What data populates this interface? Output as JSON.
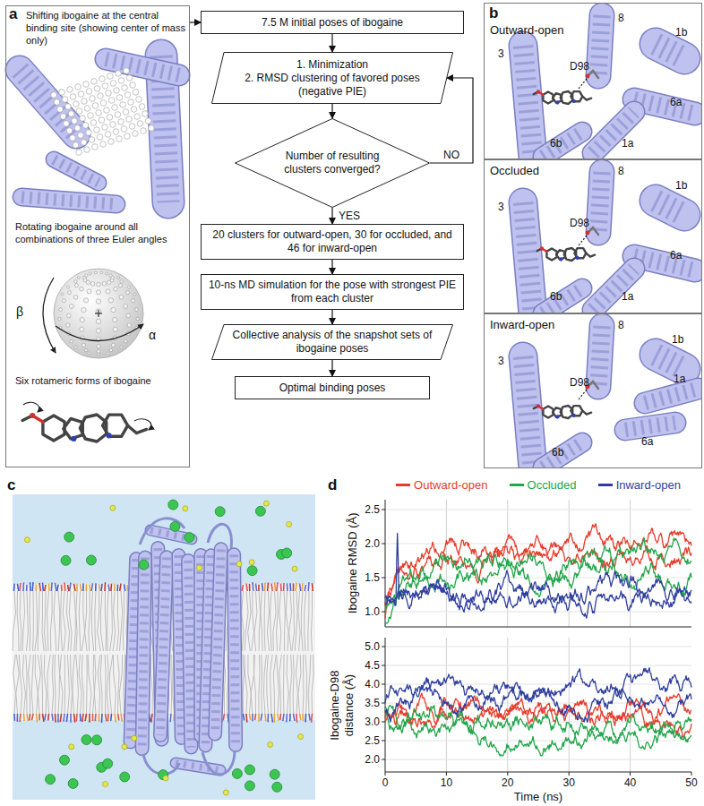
{
  "diagram": {
    "nodes": [
      {
        "text": [
          "Shifting ibogaine at the central binding site (showing center of mass only)",
          "Rotating ibogaine around all combinations of three Euler angles",
          "Six rotameric forms of ibogaine"
        ]
      },
      {
        "text": [
          "7.5 M initial poses of ibogaine"
        ]
      },
      {
        "text": [
          "1. Minimization",
          "2. RMSD clustering of favored poses (negative PIE)"
        ]
      },
      {
        "text": [
          "Number of resulting clusters converged?"
        ]
      },
      {
        "text": [
          "20 clusters for outward-open, 30 for occluded, and 46 for inward-open"
        ]
      },
      {
        "text": [
          "10-ns MD simulation for the pose with strongest PIE from each cluster"
        ]
      },
      {
        "text": [
          "Collective analysis of the snapshot sets of ibogaine poses"
        ]
      },
      {
        "text": [
          "Optimal binding poses"
        ]
      },
      {
        "text": [
          "Outward-open"
        ]
      },
      {
        "text": [
          "Occluded"
        ]
      },
      {
        "text": [
          "Inward-open"
        ]
      }
    ],
    "edges": [
      {
        "from": 0,
        "to": 1,
        "arrow": "to"
      },
      {
        "from": 1,
        "to": 2,
        "arrow": "to"
      },
      {
        "from": 2,
        "to": 3,
        "arrow": "to"
      },
      {
        "from": 3,
        "to": 2,
        "label": "NO",
        "arrow": "to"
      },
      {
        "from": 3,
        "to": 4,
        "label": "YES",
        "arrow": "to"
      },
      {
        "from": 4,
        "to": 5,
        "arrow": "to"
      },
      {
        "from": 5,
        "to": 6,
        "arrow": "to"
      },
      {
        "from": 6,
        "to": 7,
        "arrow": "to"
      }
    ],
    "labels": [
      "a",
      "α",
      "β",
      "b",
      "8",
      "1b",
      "3",
      "D98",
      "6a",
      "6b",
      "1a",
      "8",
      "1b",
      "3",
      "D98",
      "6a",
      "6b",
      "1a",
      "8",
      "1b",
      "3",
      "D98",
      "1a",
      "6a",
      "6b",
      "c",
      "d",
      "1.0",
      "1.5",
      "2.0",
      "2.5",
      "Ibogaine RMSD (Å)",
      "2.0",
      "2.5",
      "3.0",
      "3.5",
      "4.0",
      "4.5",
      "5.0",
      "Ibogaine-D98 distance (Å)",
      "0",
      "10",
      "20",
      "30",
      "40",
      "50",
      "Time (ns)"
    ],
    "legend": [
      {
        "text": "Outward-open",
        "color": "#e63c2a"
      },
      {
        "text": "Occluded",
        "color": "#22a64b"
      },
      {
        "text": "Inward-open",
        "color": "#2f3e9e"
      }
    ]
  }
}
